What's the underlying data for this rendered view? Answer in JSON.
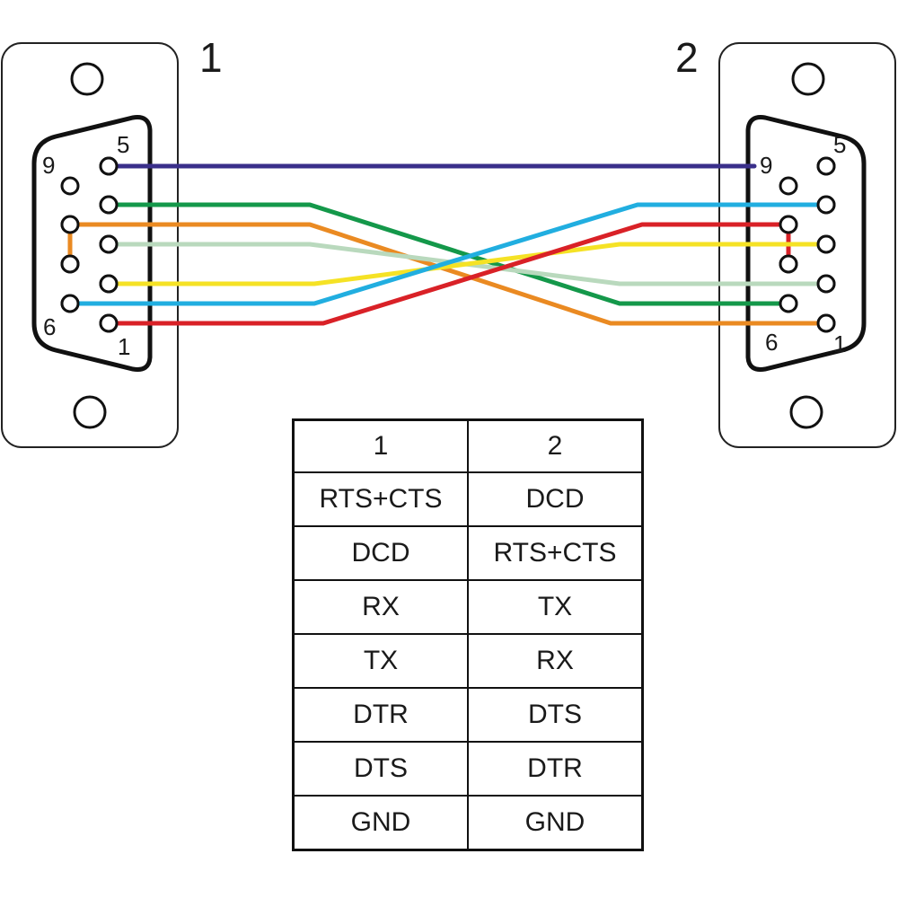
{
  "connectors": [
    {
      "label": "1",
      "pin_labels": {
        "left_top": "9",
        "right_top": "5",
        "left_bottom": "6",
        "right_bottom": "1"
      }
    },
    {
      "label": "2",
      "pin_labels": {
        "left_top": "9",
        "right_top": "5",
        "left_bottom": "6",
        "right_bottom": "1"
      }
    }
  ],
  "wires": [
    {
      "name": "purple-wire",
      "color": "#3a2f8a"
    },
    {
      "name": "green-wire",
      "color": "#14984a"
    },
    {
      "name": "orange-wire",
      "color": "#ea8a22"
    },
    {
      "name": "light-green-wire",
      "color": "#b9d9bd"
    },
    {
      "name": "yellow-wire",
      "color": "#f5e225"
    },
    {
      "name": "cyan-wire",
      "color": "#21aee0"
    },
    {
      "name": "red-wire",
      "color": "#d92127"
    }
  ],
  "jumpers": [
    {
      "connector": "1",
      "color": "#ea8a22"
    },
    {
      "connector": "2",
      "color": "#d92127"
    }
  ],
  "table": {
    "header": [
      "1",
      "2"
    ],
    "rows": [
      [
        "RTS+CTS",
        "DCD"
      ],
      [
        "DCD",
        "RTS+CTS"
      ],
      [
        "RX",
        "TX"
      ],
      [
        "TX",
        "RX"
      ],
      [
        "DTR",
        "DTS"
      ],
      [
        "DTS",
        "DTR"
      ],
      [
        "GND",
        "GND"
      ]
    ]
  }
}
